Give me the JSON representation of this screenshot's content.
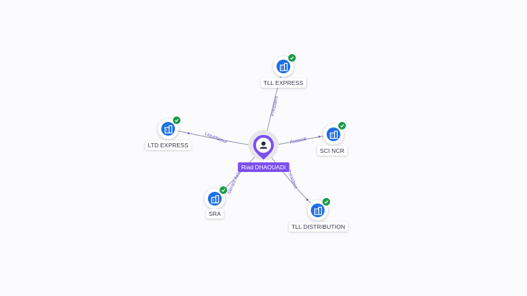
{
  "person": {
    "name": "Riad DHAOUADI",
    "icon": "person-icon",
    "color": "#7b4ff0"
  },
  "companies": [
    {
      "id": "tll-express",
      "name": "TLL EXPRESS",
      "role": "Président",
      "icon": "building-icon",
      "status": "active-check-icon"
    },
    {
      "id": "sci-ncr",
      "name": "SCI NCR",
      "role": "Associé",
      "icon": "building-icon",
      "status": "active-check-icon"
    },
    {
      "id": "tll-distribution",
      "name": "TLL DISTRIBUTION",
      "role": "Président",
      "icon": "building-icon",
      "status": "active-check-icon"
    },
    {
      "id": "sra",
      "name": "SRA",
      "role": "Gérant Associé",
      "icon": "building-icon",
      "status": "active-check-icon"
    },
    {
      "id": "ltd-express",
      "name": "LTD EXPRESS",
      "role": "Liquidateur",
      "icon": "building-icon",
      "status": "active-check-icon"
    }
  ],
  "colors": {
    "company": "#1f6fe5",
    "check": "#1a9a4a",
    "edge_label": "#6a5acd"
  }
}
